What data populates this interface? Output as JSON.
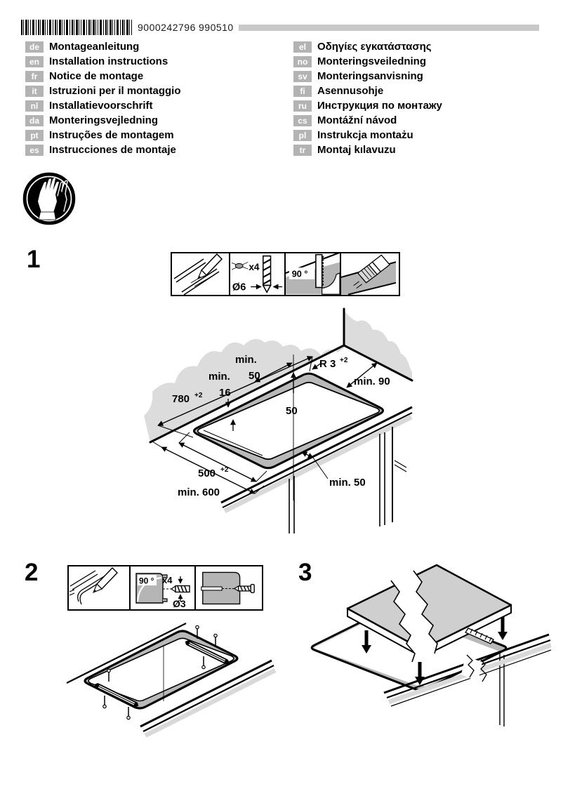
{
  "colors": {
    "wall_gray": "#dcdcdc",
    "band_gray": "#b9b9b9",
    "panel_gray": "#b5b5b5",
    "strip_gray": "#d9d9d9",
    "bar_gray": "#c9c9c9",
    "badge_gray": "#b3b3b3"
  },
  "header": {
    "barcode_number": "9000242796",
    "print_code": "990510"
  },
  "languages": {
    "left": [
      {
        "code": "de",
        "title": "Montageanleitung"
      },
      {
        "code": "en",
        "title": "Installation instructions"
      },
      {
        "code": "fr",
        "title": "Notice de montage"
      },
      {
        "code": "it",
        "title": "Istruzioni per il montaggio"
      },
      {
        "code": "nl",
        "title": "Installatievoorschrift"
      },
      {
        "code": "da",
        "title": "Monteringsvejledning"
      },
      {
        "code": "pt",
        "title": "Instruções de montagem"
      },
      {
        "code": "es",
        "title": "Instrucciones de montaje"
      }
    ],
    "right": [
      {
        "code": "el",
        "title": "Οδηγίες εγκατάστασης"
      },
      {
        "code": "no",
        "title": "Monteringsveiledning"
      },
      {
        "code": "sv",
        "title": "Monteringsanvisning"
      },
      {
        "code": "fi",
        "title": "Asennusohje"
      },
      {
        "code": "ru",
        "title": "Инструкция по монтажу"
      },
      {
        "code": "cs",
        "title": "Montážní návod"
      },
      {
        "code": "pl",
        "title": "Instrukcja montażu"
      },
      {
        "code": "tr",
        "title": "Montaj kılavuzu"
      }
    ]
  },
  "steps": {
    "one": {
      "number": "1",
      "tools": {
        "qty": "x4",
        "diameter": "Ø6",
        "angle": "90 °"
      },
      "dims": {
        "min50_rear_1": "min.",
        "min50_rear_2": "50",
        "min16_1": "min.",
        "min16_2": "16",
        "radius_base": "R 3",
        "radius_sup": "+2",
        "min90": "min. 90",
        "width_base": "780",
        "width_sup": "+2",
        "fifty": "50",
        "depth_base": "500",
        "depth_sup": "+2",
        "min600": "min. 600",
        "min50_front": "min. 50"
      }
    },
    "two": {
      "number": "2",
      "tools": {
        "angle": "90 °",
        "qty": "x4",
        "diameter": "Ø3"
      }
    },
    "three": {
      "number": "3"
    }
  }
}
